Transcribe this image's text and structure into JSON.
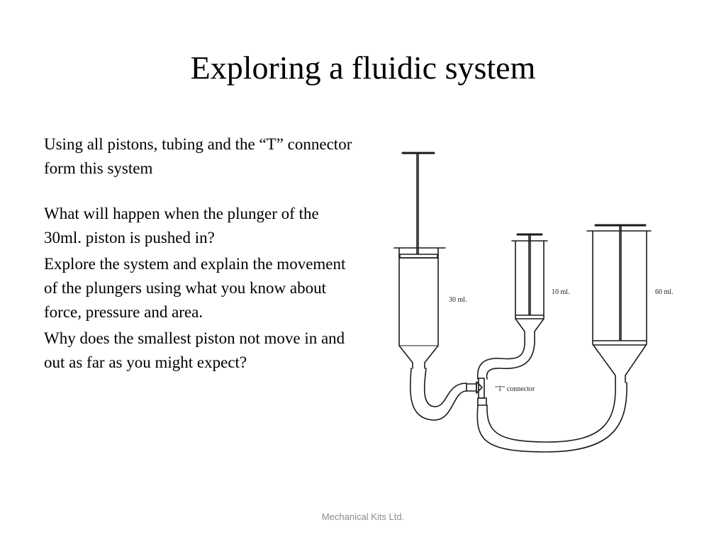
{
  "slide": {
    "title": "Exploring a fluidic system",
    "paragraphs": [
      "Using all pistons, tubing and the “T” connector form this system",
      "What will happen when the plunger of the 30ml. piston is pushed in?",
      "Explore the system and explain the movement of the plungers using what you know about force, pressure and area.",
      "Why does the smallest piston not move in and out as far as you might expect?"
    ],
    "footer": "Mechanical Kits Ltd."
  },
  "diagram": {
    "labels": {
      "syringe_30": "30 ml.",
      "syringe_10": "10 ml.",
      "syringe_60": "60 ml.",
      "t_connector": "\"T\" connector"
    }
  }
}
